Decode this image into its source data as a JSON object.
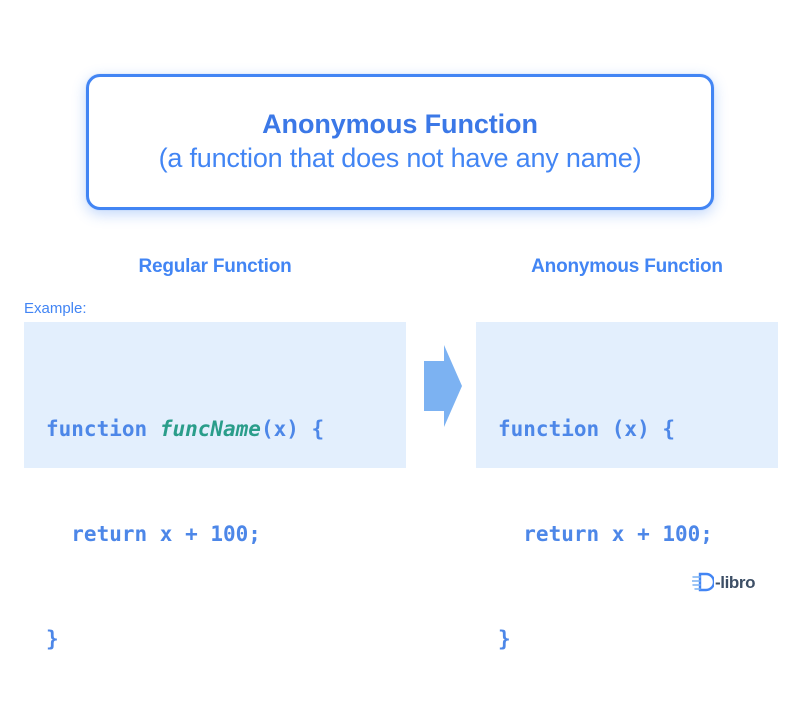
{
  "slide": {
    "background_color": "#ffffff",
    "accent_color": "#4285f4",
    "code_bg_color": "#e3effd",
    "code_text_color": "#4d87e8",
    "func_name_color": "#2a9d8a"
  },
  "title_box": {
    "heading": "Anonymous Function",
    "subheading": "(a function that does not have any name)"
  },
  "columns": {
    "left": {
      "heading": "Regular Function",
      "example_label": "Example:",
      "code": {
        "line1_prefix": "function ",
        "line1_name": "funcName",
        "line1_suffix": "(x) {",
        "line2": "  return x + 100;",
        "line3": "}"
      }
    },
    "right": {
      "heading": "Anonymous Function",
      "code": {
        "line1": "function (x) {",
        "line2": "  return x + 100;",
        "line3": "}"
      }
    }
  },
  "arrow": {
    "direction": "right",
    "color": "#7cb2f2"
  },
  "footer": {
    "logo_text": "-libro",
    "logo_mark_color": "#4285f4",
    "logo_text_color": "#3d4f66"
  }
}
